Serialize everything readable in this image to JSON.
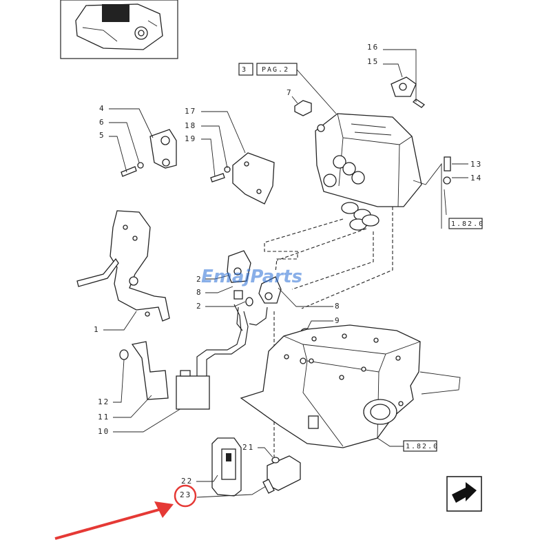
{
  "watermark": {
    "part1": "Emaj",
    "part2": "Parts",
    "color": "#2a6fd6",
    "accent": "#f5a623"
  },
  "refs": {
    "pag_num": "3",
    "pag_text": "PAG.2",
    "ref_top": "1.82.0",
    "ref_bottom": "1.82.0"
  },
  "callouts": {
    "c16": "16",
    "c15": "15",
    "c7": "7",
    "c4": "4",
    "c6": "6",
    "c5": "5",
    "c17": "17",
    "c18": "18",
    "c19": "19",
    "c13": "13",
    "c14": "14",
    "c2a": "2",
    "c8a": "8",
    "c2b": "2",
    "c8b": "8",
    "c9": "9",
    "c1": "1",
    "c12": "12",
    "c11": "11",
    "c10": "10",
    "c21": "21",
    "c22": "22",
    "c23": "23"
  },
  "highlight": {
    "color": "#e53935",
    "target_label": "23"
  },
  "icons": {
    "nav": "arrow-right-icon"
  }
}
